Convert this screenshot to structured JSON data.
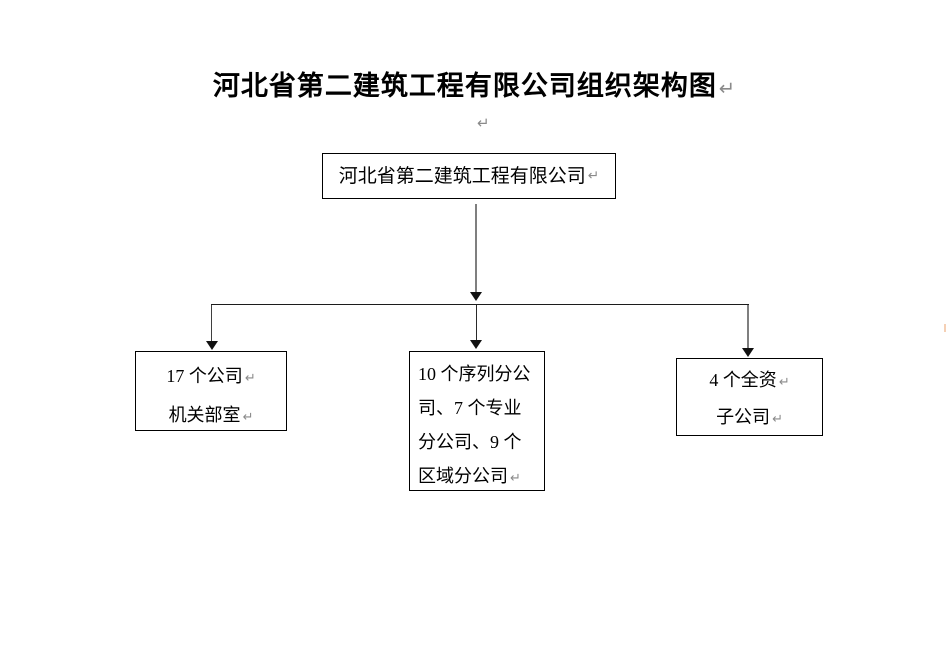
{
  "doc": {
    "title": "河北省第二建筑工程有限公司组织架构图",
    "title_mark": "↵",
    "stray_mark": "↵",
    "background": "#ffffff"
  },
  "org": {
    "root": {
      "text": "河北省第二建筑工程有限公司",
      "mark": "↵"
    },
    "boxes": [
      {
        "id": "company-offices",
        "full_text": "17 个公司机关部室",
        "lines": [
          {
            "text": "17 个公司",
            "mark": "↵"
          },
          {
            "text": "机关部室",
            "mark": "↵"
          }
        ]
      },
      {
        "id": "branch-companies",
        "full_text": "10 个序列分公司、7 个专业分公司、9 个区域分公司",
        "lines": [
          {
            "text": "10 个序列分公"
          },
          {
            "text": "司、7 个专业"
          },
          {
            "text": "分公司、9 个"
          },
          {
            "text": "区域分公司",
            "mark": "↵"
          }
        ]
      },
      {
        "id": "wholly-owned-subsidiaries",
        "full_text": "4 个全资子公司",
        "lines": [
          {
            "text": "4 个全资",
            "mark": "↵"
          },
          {
            "text": "子公司",
            "mark": "↵"
          }
        ]
      }
    ]
  },
  "style": {
    "connector_gray": "#7f7f7f",
    "connector_dark": "#2a2a2a",
    "border_color": "#000000",
    "paragraph_mark_color": "#8a8a8a"
  }
}
